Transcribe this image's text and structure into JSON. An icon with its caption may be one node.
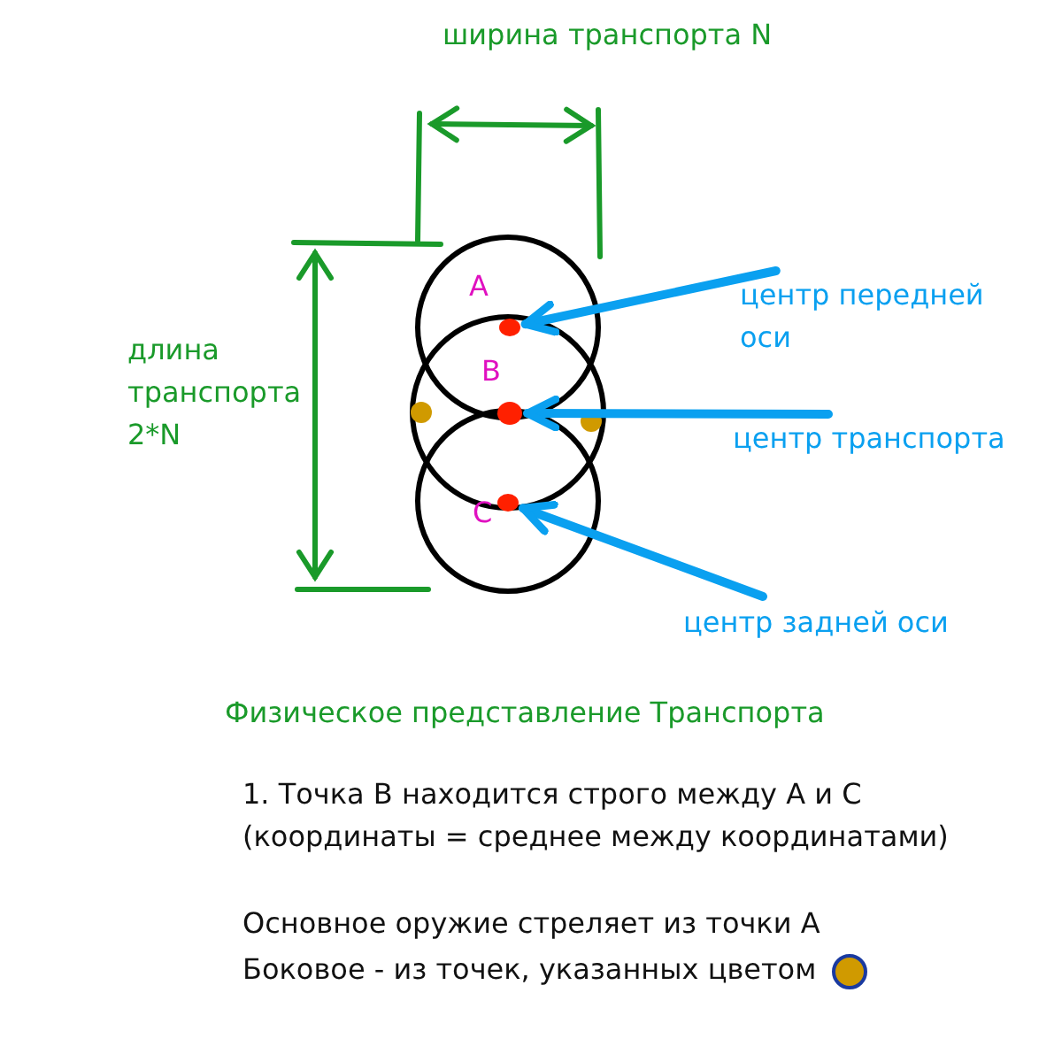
{
  "diagram": {
    "caption": "Физическое представление Транспорта",
    "nodes": [
      {
        "text": [],
        "shape": "circle"
      },
      {
        "text": [],
        "shape": "circle"
      },
      {
        "text": [],
        "shape": "circle"
      },
      {
        "text": [
          "центр передней оси"
        ]
      },
      {
        "text": [
          "центр транспорта"
        ]
      },
      {
        "text": [
          "центр задней оси"
        ]
      }
    ],
    "edges": [
      {
        "from": 3,
        "to": 0,
        "arrow": "to"
      },
      {
        "from": 4,
        "to": 1,
        "arrow": "to"
      },
      {
        "from": 5,
        "to": 2,
        "arrow": "to"
      }
    ],
    "labels": [
      "ширина транспорта N",
      "A",
      "длина транспорта 2*N",
      "B",
      "C",
      "1. Точка B находится строго между A и C (координаты = среднее между координатами)",
      "Основное оружие стреляет из точки A",
      "Боковое - из точек, указанных цветом"
    ]
  }
}
